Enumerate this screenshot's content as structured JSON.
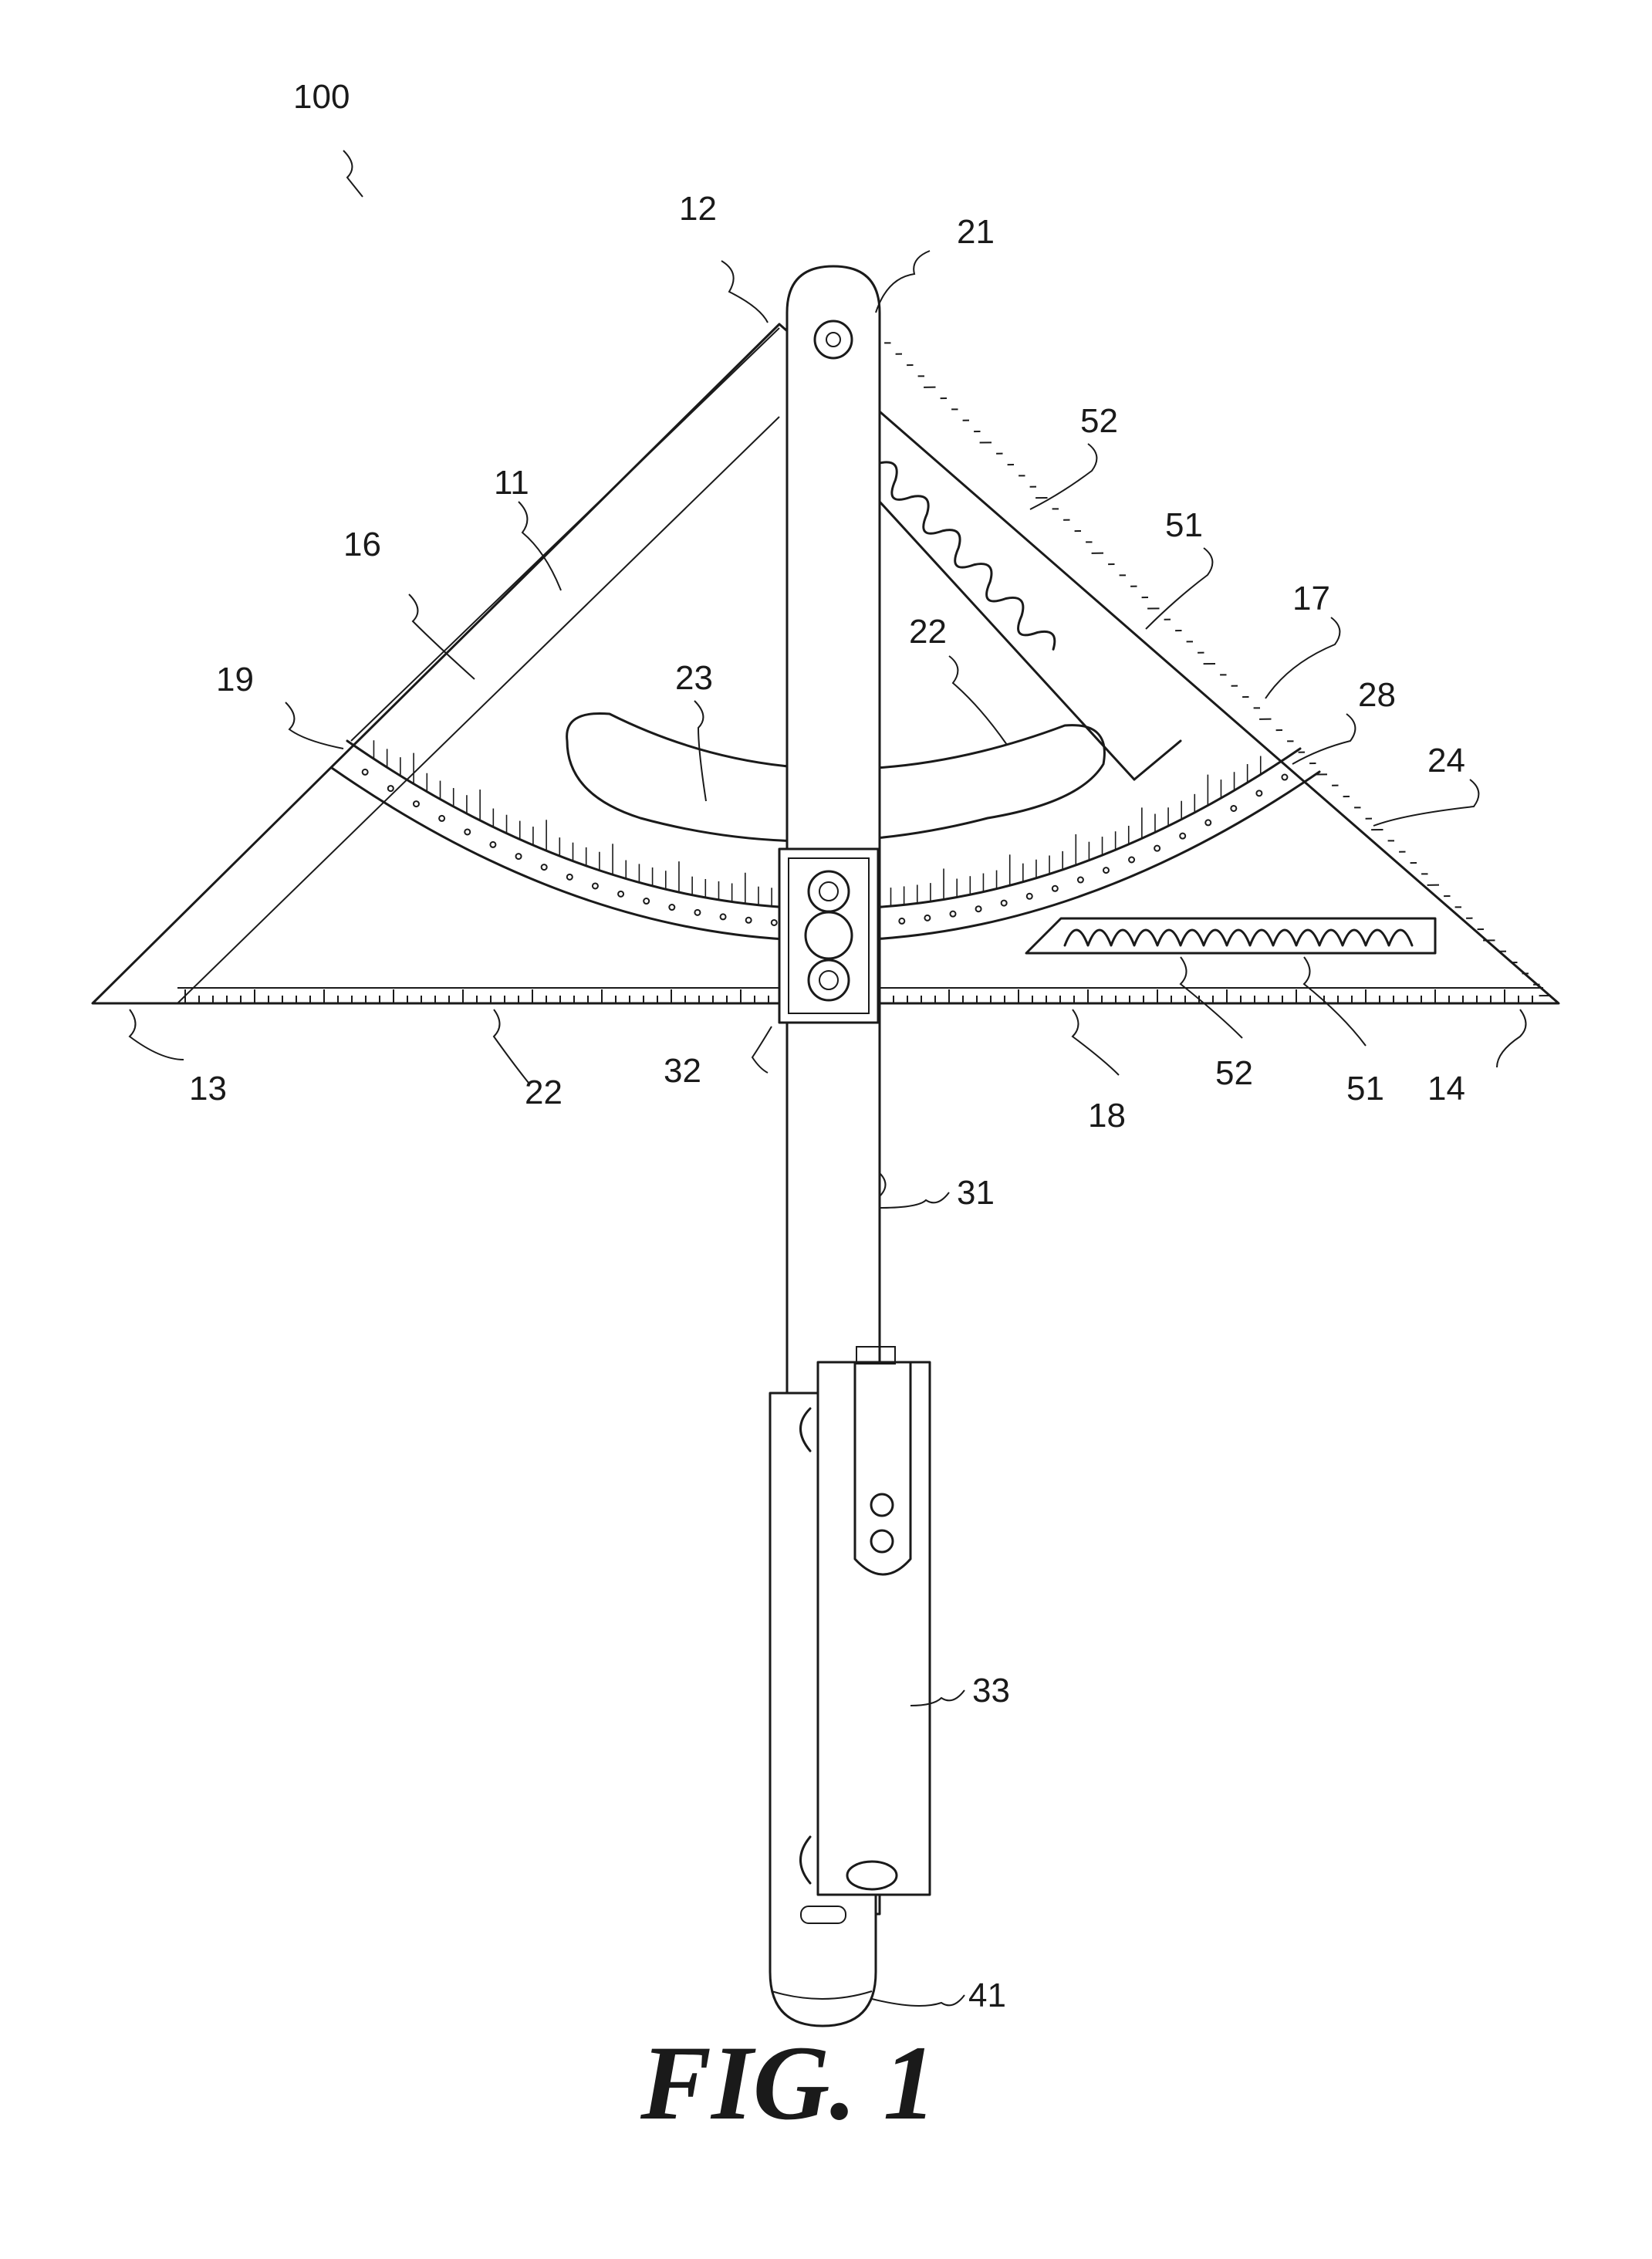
{
  "figure_title": "FIG. 1",
  "reference_numerals": {
    "device": "100",
    "body": "11",
    "apex": "12",
    "left_corner": "13",
    "right_corner": "14",
    "left_edge": "16",
    "right_edge": "17",
    "bottom_edge": "18",
    "arc_left_end": "19",
    "pivot": "21",
    "scale_bottom": "22",
    "scale_arc": "22",
    "slot": "23",
    "hypotenuse_scale": "24",
    "arc_right_end": "28",
    "arm": "31",
    "clamp": "32",
    "slider": "33",
    "arm_end": "41",
    "rack_upper": "51",
    "teeth_upper": "52",
    "rack_lower": "51",
    "teeth_lower": "52"
  }
}
